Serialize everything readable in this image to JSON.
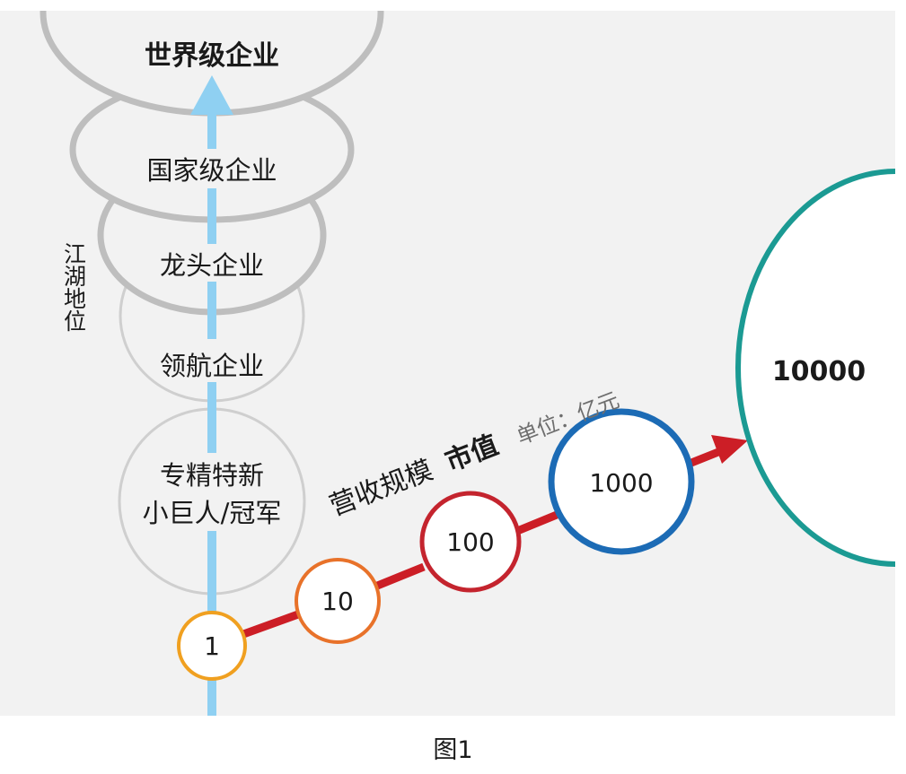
{
  "vertical_axis": {
    "label": "江湖地位",
    "levels": [
      {
        "label": "世界级企业"
      },
      {
        "label": "国家级企业"
      },
      {
        "label": "龙头企业"
      },
      {
        "label": "领航企业"
      },
      {
        "label_line1": "专精特新",
        "label_line2": "小巨人/冠军"
      }
    ]
  },
  "diagonal_axis": {
    "label_main": "营收规模",
    "label_second": "市值",
    "unit": "单位：亿元",
    "values": [
      {
        "label": "1",
        "color": "#F0A020"
      },
      {
        "label": "10",
        "color": "#E8722A"
      },
      {
        "label": "100",
        "color": "#C4242E"
      },
      {
        "label": "1000",
        "color": "#1C6BB5"
      },
      {
        "label": "10000",
        "color": "#1B9A93"
      }
    ]
  },
  "colors": {
    "background": "#F2F2F2",
    "level_circle": "#BEBEBE",
    "level_circle_light": "#CFCFCF",
    "vertical_arrow": "#8FD0F2",
    "diagonal_arrow": "#CC1E26"
  },
  "caption": "图1"
}
